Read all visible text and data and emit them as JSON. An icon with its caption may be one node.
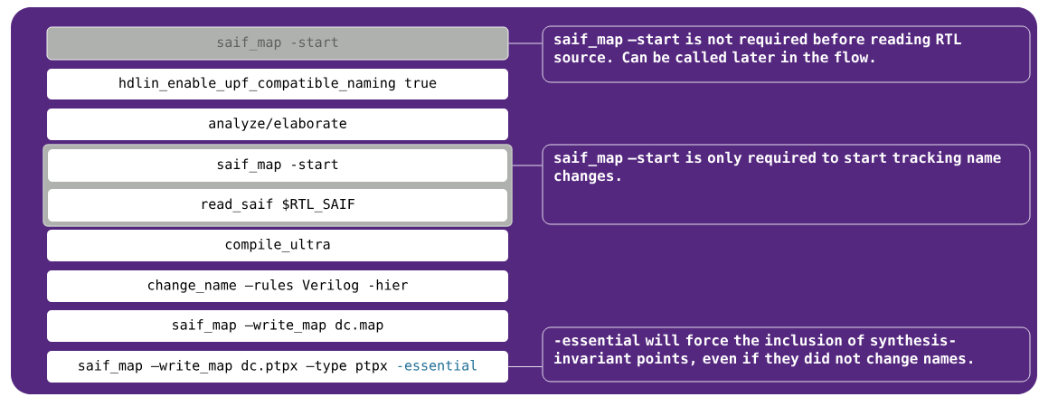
{
  "diagram": {
    "nodes": [
      {
        "text": [],
        "shape": "box"
      },
      {
        "text": [
          "saif_map -start"
        ],
        "in": 0
      },
      {
        "text": [
          "hdlin_enable_upf_compatible_naming true"
        ],
        "in": 0
      },
      {
        "text": [
          "analyze/elaborate"
        ],
        "in": 0
      },
      {
        "text": [],
        "shape": "box",
        "in": 0
      },
      {
        "text": [
          "saif_map -start"
        ],
        "in": 4
      },
      {
        "text": [
          "read_saif $RTL_SAIF"
        ],
        "in": 4
      },
      {
        "text": [
          "compile_ultra"
        ],
        "in": 0
      },
      {
        "text": [
          "change_name –rules Verilog -hier"
        ],
        "in": 0
      },
      {
        "text": [
          "saif_map –write_map dc.map"
        ],
        "in": 0
      },
      {
        "text": [
          "saif_map –write_map dc.ptpx –type ptpx",
          "-essential"
        ],
        "in": 0
      },
      {
        "text": [
          "saif_map –start is not required before reading RTL source. Can be called later in the flow."
        ],
        "in": 0
      },
      {
        "text": [
          "saif_map –start is only required to start tracking name changes."
        ],
        "in": 0
      },
      {
        "text": [
          "-essential will force the inclusion of synthesis- invariant points, even if they did not change names."
        ],
        "in": 0
      }
    ],
    "edges": [
      {
        "from": 1,
        "to": 11,
        "arrow": "none"
      },
      {
        "from": 4,
        "to": 12,
        "arrow": "none"
      },
      {
        "from": 10,
        "to": 13,
        "arrow": "none"
      }
    ]
  }
}
